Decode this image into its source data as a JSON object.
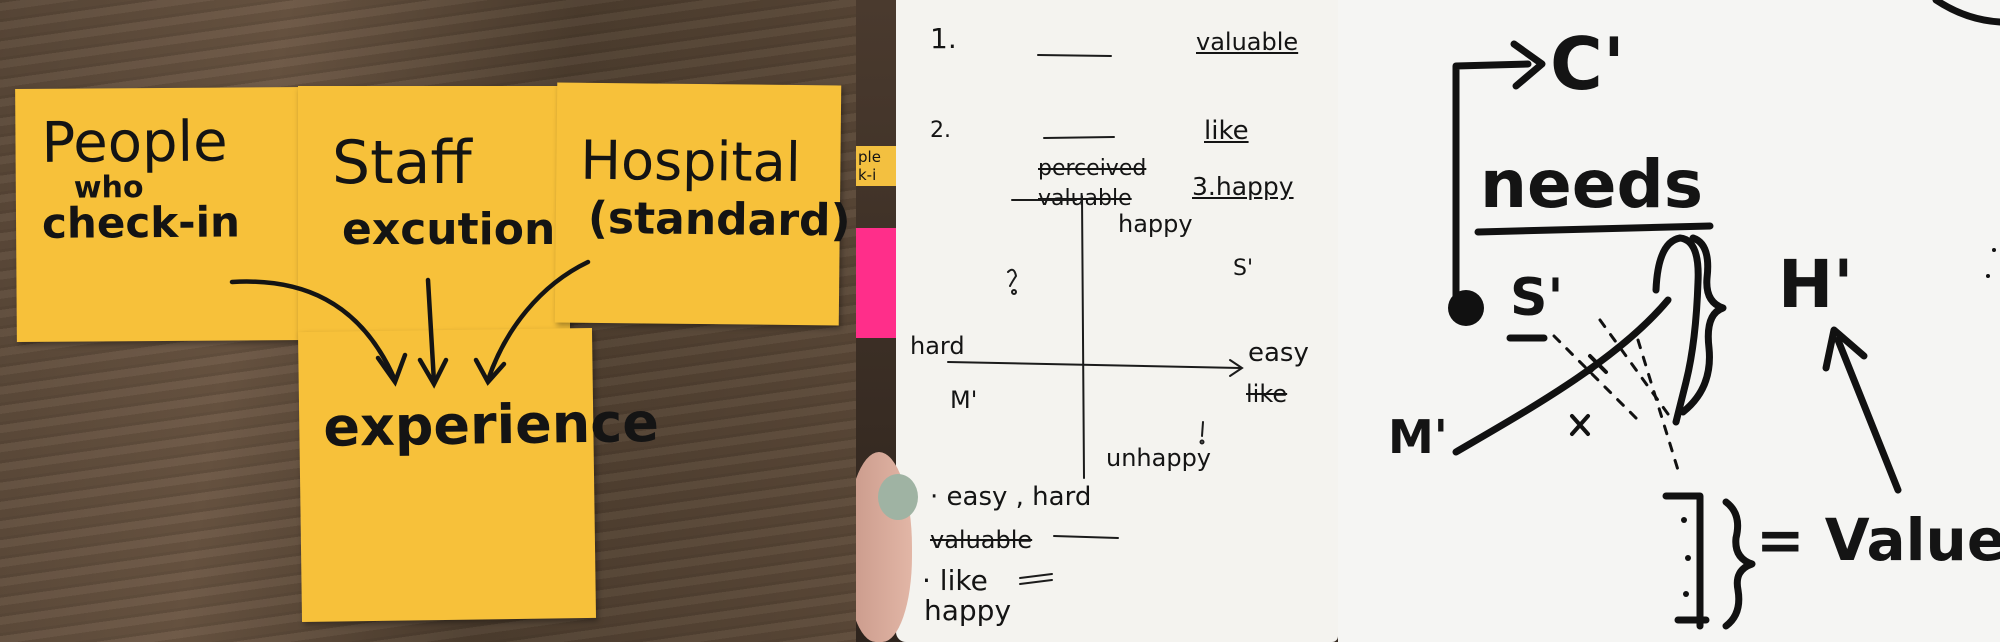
{
  "panel1": {
    "notes": [
      {
        "line1": "People",
        "line2": "who",
        "line3": "check-in"
      },
      {
        "line1": "Staff",
        "line2": "excution"
      },
      {
        "line1": "Hospital",
        "line2": "(standard)"
      },
      {
        "line1": "experience"
      }
    ],
    "note_color": "#f7c13a"
  },
  "panel2": {
    "rows": {
      "n1": "1.",
      "valuable": "valuable",
      "n2": "2.",
      "like": "like",
      "perceived": "perceived",
      "valuable_struck": "valuable",
      "n3_happy": "3.happy",
      "happy_top": "happy",
      "s_prime": "S'",
      "hard": "hard",
      "easy": "easy",
      "like_struck": "like",
      "m_prime": "M'",
      "unhappy": "unhappy",
      "bullet_easy_hard": "· easy , hard",
      "valuable_bottom": "valuable",
      "bullet_like": "· like",
      "happy_bottom": "happy"
    },
    "side_note_fragments": [
      "ple",
      "k-i"
    ]
  },
  "panel3": {
    "c_prime": "C'",
    "needs": "needs",
    "s_prime": "S'",
    "h_prime": "H'",
    "m_prime": "M'",
    "equals_value": "= Value"
  }
}
